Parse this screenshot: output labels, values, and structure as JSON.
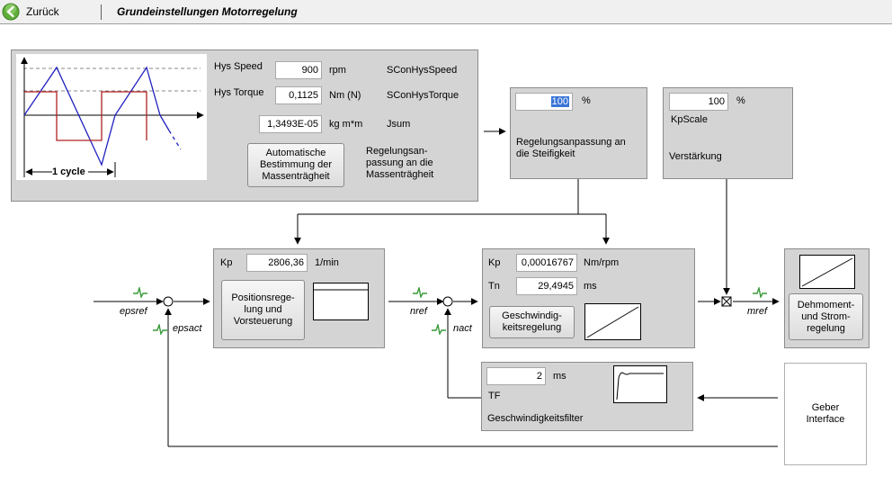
{
  "toolbar": {
    "back_label": "Zurück",
    "title": "Grundeinstellungen Motorregelung"
  },
  "hysteresis": {
    "speed_label": "Hys Speed",
    "speed_value": "900",
    "speed_unit": "rpm",
    "speed_param": "SConHysSpeed",
    "torque_label": "Hys Torque",
    "torque_value": "0,1125",
    "torque_unit": "Nm (N)",
    "torque_param": "SConHysTorque",
    "inertia_value": "1,3493E-05",
    "inertia_unit": "kg m*m",
    "inertia_param": "Jsum",
    "auto_button": "Automatische Bestimmung der Massenträgheit",
    "auto_text": "Regelungsan-passung an die Massenträgheit",
    "cycle_label": "1 cycle"
  },
  "stiffness": {
    "value": "100",
    "unit": "%",
    "text": "Regelungsanpassung an die Steifigkeit"
  },
  "gain": {
    "value": "100",
    "unit": "%",
    "name": "KpScale",
    "text": "Verstärkung"
  },
  "position_ctrl": {
    "kp_label": "Kp",
    "kp_value": "2806,36",
    "kp_unit": "1/min",
    "button": "Positionsrege-lung und Vorsteuerung"
  },
  "speed_ctrl": {
    "kp_label": "Kp",
    "kp_value": "0,00016767",
    "kp_unit": "Nm/rpm",
    "tn_label": "Tn",
    "tn_value": "29,4945",
    "tn_unit": "ms",
    "button": "Geschwindig-keitsregelung"
  },
  "filter": {
    "value": "2",
    "unit": "ms",
    "name": "TF",
    "text": "Geschwindigkeitsfilter"
  },
  "torque_ctrl": {
    "button": "Dehmoment-und Strom-regelung"
  },
  "encoder": {
    "text": "Geber Interface"
  },
  "signals": {
    "epsref": "epsref",
    "epsact": "epsact",
    "nref": "nref",
    "nact": "nact",
    "mref": "mref"
  },
  "colors": {
    "panel": "#d4d4d4",
    "probe": "#3a9a3a",
    "wave_blue": "#2020c0",
    "wave_red": "#b02020",
    "back_icon": "#5fae3a"
  }
}
